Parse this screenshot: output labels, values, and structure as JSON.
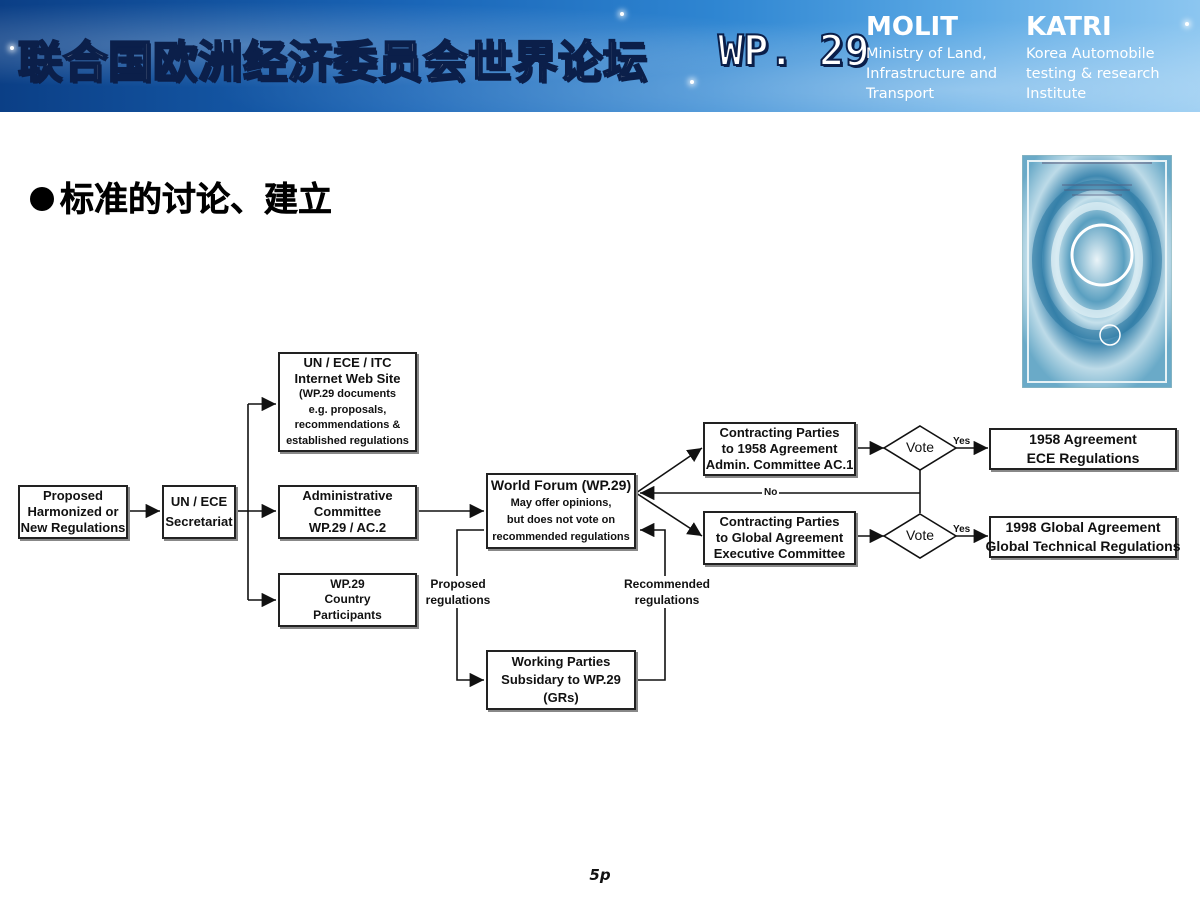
{
  "header": {
    "title": "联合国欧洲经济委员会世界论坛",
    "code": "WP. 29",
    "org_left": {
      "name": "MOLIT",
      "desc": "Ministry of Land,\nInfrastructure and\nTransport"
    },
    "org_right": {
      "name": "KATRI",
      "desc": "Korea Automobile\ntesting & research\nInstitute"
    }
  },
  "heading": "标准的讨论、建立",
  "cover": {
    "icon": "un-document-cover-image"
  },
  "diagram": {
    "proposed": [
      "Proposed",
      "Harmonized or",
      "New Regulations"
    ],
    "secretariat": [
      "UN / ECE",
      "Secretariat"
    ],
    "website": [
      "UN / ECE / ITC",
      "Internet  Web  Site",
      "(WP.29 documents",
      "e.g. proposals,",
      "recommendations &",
      "established regulations"
    ],
    "admin_committee": [
      "Administrative",
      "Committee",
      "WP.29 / AC.2"
    ],
    "country": [
      "WP.29",
      "Country",
      "Participants"
    ],
    "world_forum": [
      "World Forum (WP.29)",
      "May offer opinions,",
      "but does not vote on",
      "recommended regulations"
    ],
    "working_parties": [
      "Working Parties",
      "Subsidary to WP.29",
      "(GRs)"
    ],
    "cp1958": [
      "Contracting Parties",
      "to 1958 Agreement",
      "Admin. Committee AC.1"
    ],
    "cp_global": [
      "Contracting Parties",
      "to Global Agreement",
      "Executive Committee"
    ],
    "vote_top": "Vote",
    "vote_bottom": "Vote",
    "agr1958": [
      "1958 Agreement",
      "ECE  Regulations"
    ],
    "agr1998": [
      "1998 Global Agreement",
      "Global Technical Regulations"
    ],
    "label_yes_top": "Yes",
    "label_yes_bottom": "Yes",
    "label_no": "No",
    "label_proposed": [
      "Proposed",
      "regulations"
    ],
    "label_recommended": [
      "Recommended",
      "regulations"
    ]
  },
  "page_number": "5p"
}
